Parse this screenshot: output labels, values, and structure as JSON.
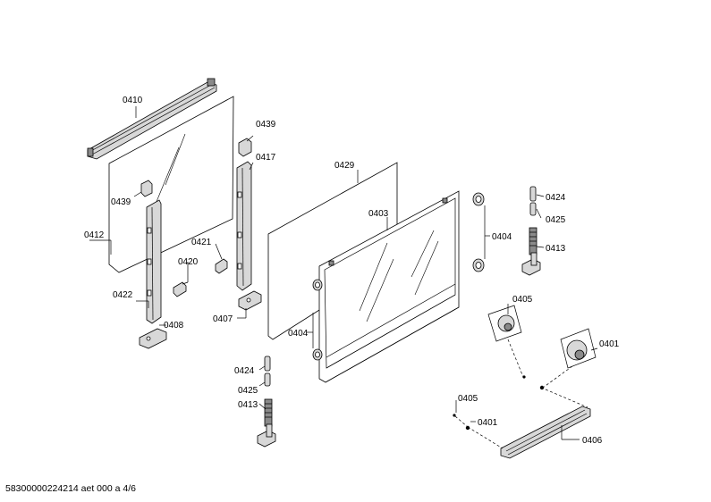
{
  "labels": {
    "l0410": "0410",
    "l0439a": "0439",
    "l0417": "0417",
    "l0439b": "0439",
    "l0412": "0412",
    "l0421": "0421",
    "l0420": "0420",
    "l0422": "0422",
    "l0408": "0408",
    "l0407": "0407",
    "l0429": "0429",
    "l0403": "0403",
    "l0404a": "0404",
    "l0404b": "0404",
    "l0424a": "0424",
    "l0425a": "0425",
    "l0413a": "0413",
    "l0424b": "0424",
    "l0425b": "0425",
    "l0413b": "0413",
    "l0405a": "0405",
    "l0401a": "0401",
    "l0405b": "0405",
    "l0401b": "0401",
    "l0406": "0406"
  },
  "footer": "58300000224214 aet 000 a 4/6"
}
